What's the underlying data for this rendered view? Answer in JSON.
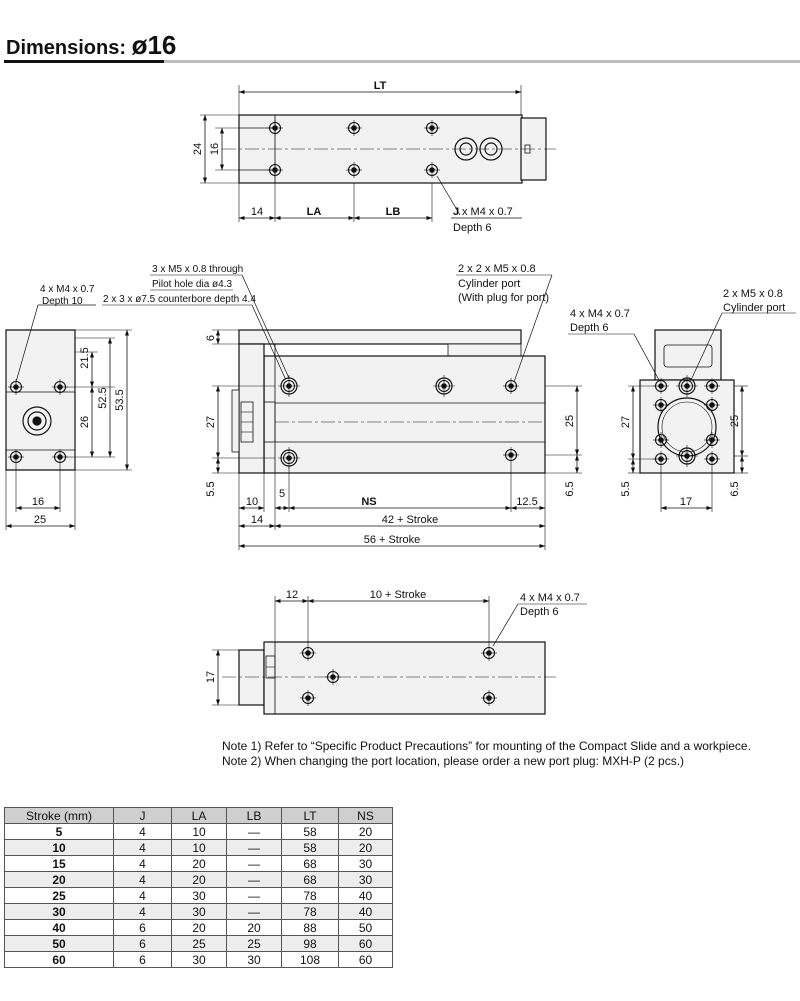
{
  "title": {
    "prefix": "Dimensions: ",
    "symbol": "ø",
    "size": "16"
  },
  "top_view": {
    "LT": "LT",
    "d24": "24",
    "d16": "16",
    "d14": "14",
    "LA": "LA",
    "LB": "LB",
    "j_callout": "x M4 x 0.7",
    "j_letter": "J",
    "j_depth": "Depth 6"
  },
  "left_view": {
    "c1": "4 x M4 x 0.7",
    "c2": "Depth 10",
    "d21_5": "21.5",
    "d52_5": "52.5",
    "d53_5": "53.5",
    "d26": "26",
    "d16": "16",
    "d25": "25"
  },
  "front_view": {
    "c1": "3 x M5 x 0.8 through",
    "c2": "Pilot hole dia ø4.3",
    "c3": "2 x 3 x ø7.5 counterbore depth 4.4",
    "c4": "2 x 2 x M5 x 0.8",
    "c5": "Cylinder port",
    "c6": "(With plug for port)",
    "d6": "6",
    "d27": "27",
    "d5_5": "5.5",
    "d10": "10",
    "d5": "5",
    "NS": "NS",
    "d12_5": "12.5",
    "d25": "25",
    "d6_5": "6.5",
    "d14": "14",
    "d42": "42 + Stroke",
    "d56": "56 + Stroke"
  },
  "right_view": {
    "c1": "4 x M4 x 0.7",
    "c2": "Depth 6",
    "c3": "2 x M5 x 0.8",
    "c4": "Cylinder port",
    "d27": "27",
    "d25": "25",
    "d5_5": "5.5",
    "d6_5": "6.5",
    "d17": "17"
  },
  "bottom_view": {
    "d12": "12",
    "d10s": "10 + Stroke",
    "c1": "4 x M4 x 0.7",
    "c2": "Depth 6",
    "d17": "17"
  },
  "notes": [
    "Note 1) Refer to “Specific Product Precautions” for mounting of the Compact Slide and a workpiece.",
    "Note 2) When changing the port location, please order a new port plug: MXH-P (2 pcs.)"
  ],
  "table": {
    "headers": [
      "Stroke (mm)",
      "J",
      "LA",
      "LB",
      "LT",
      "NS"
    ],
    "rows": [
      [
        "5",
        "4",
        "10",
        "—",
        "58",
        "20"
      ],
      [
        "10",
        "4",
        "10",
        "—",
        "58",
        "20"
      ],
      [
        "15",
        "4",
        "20",
        "—",
        "68",
        "30"
      ],
      [
        "20",
        "4",
        "20",
        "—",
        "68",
        "30"
      ],
      [
        "25",
        "4",
        "30",
        "—",
        "78",
        "40"
      ],
      [
        "30",
        "4",
        "30",
        "—",
        "78",
        "40"
      ],
      [
        "40",
        "6",
        "20",
        "20",
        "88",
        "50"
      ],
      [
        "50",
        "6",
        "25",
        "25",
        "98",
        "60"
      ],
      [
        "60",
        "6",
        "30",
        "30",
        "108",
        "60"
      ]
    ]
  }
}
